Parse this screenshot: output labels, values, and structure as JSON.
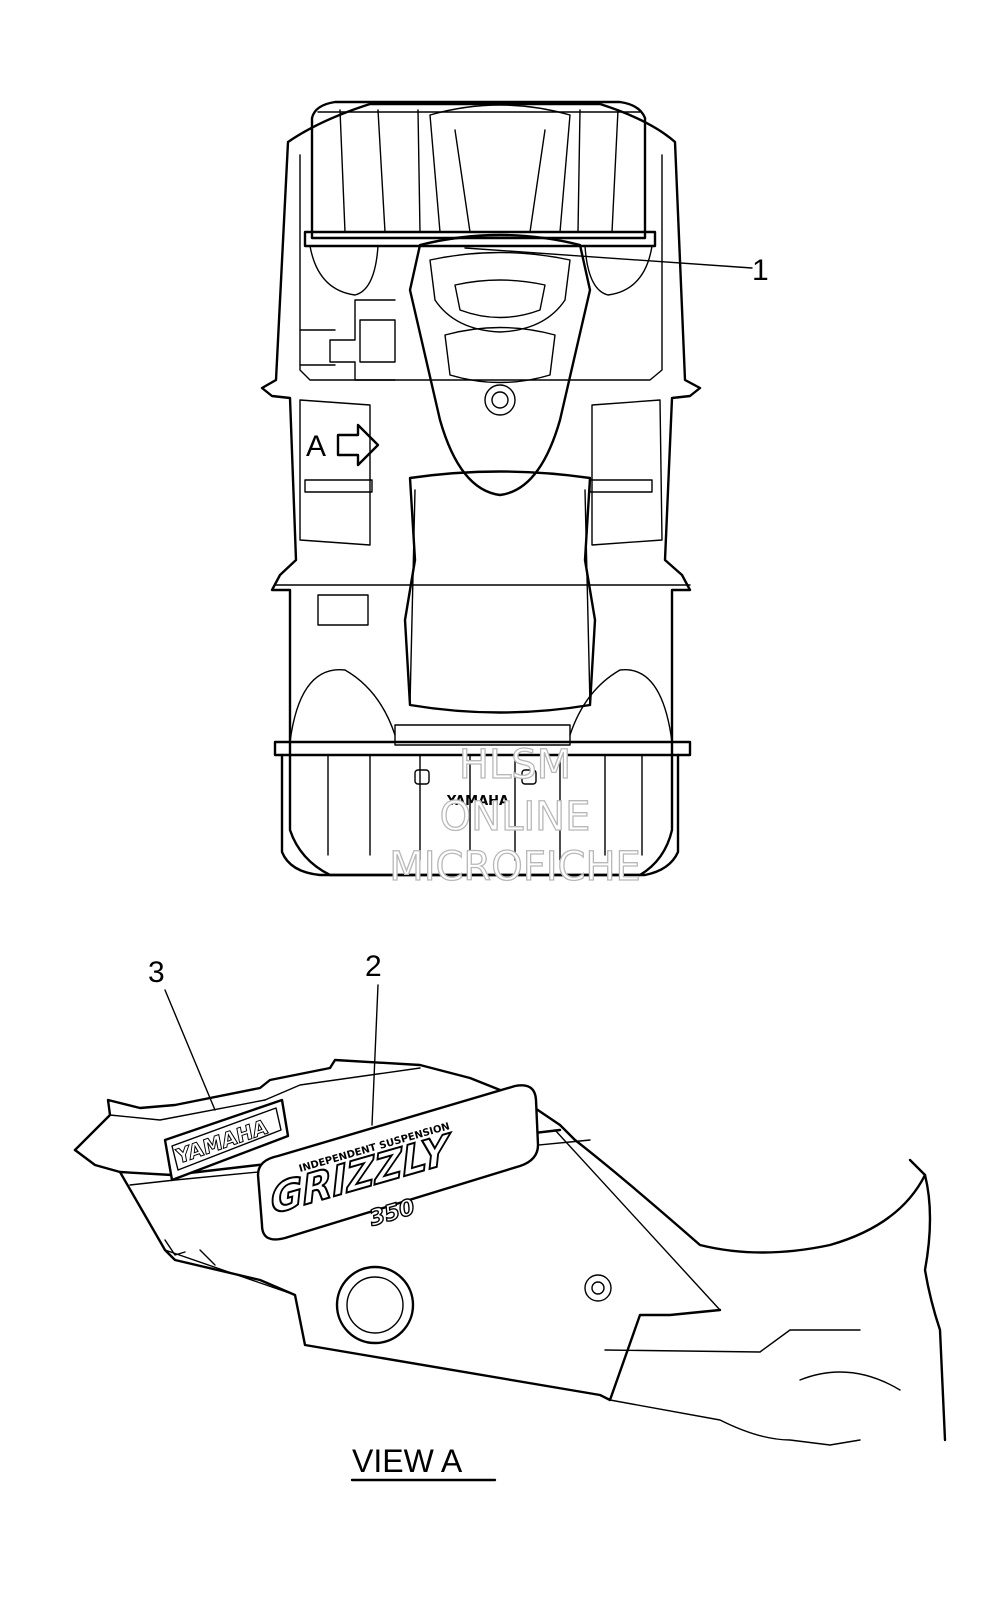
{
  "callouts": {
    "part1": "1",
    "part2": "2",
    "part3": "3",
    "arrow_a": "A"
  },
  "view_label": "VIEW A",
  "watermark": {
    "line1": "HLSM",
    "line2": "ONLINE",
    "line3": "MICROFICHE"
  },
  "decals": {
    "yamaha": "YAMAHA",
    "grizzly": "GRIZZLY",
    "model_number": "350",
    "suspension": "INDEPENDENT SUSPENSION",
    "rear_logo": "YAMAHA"
  }
}
